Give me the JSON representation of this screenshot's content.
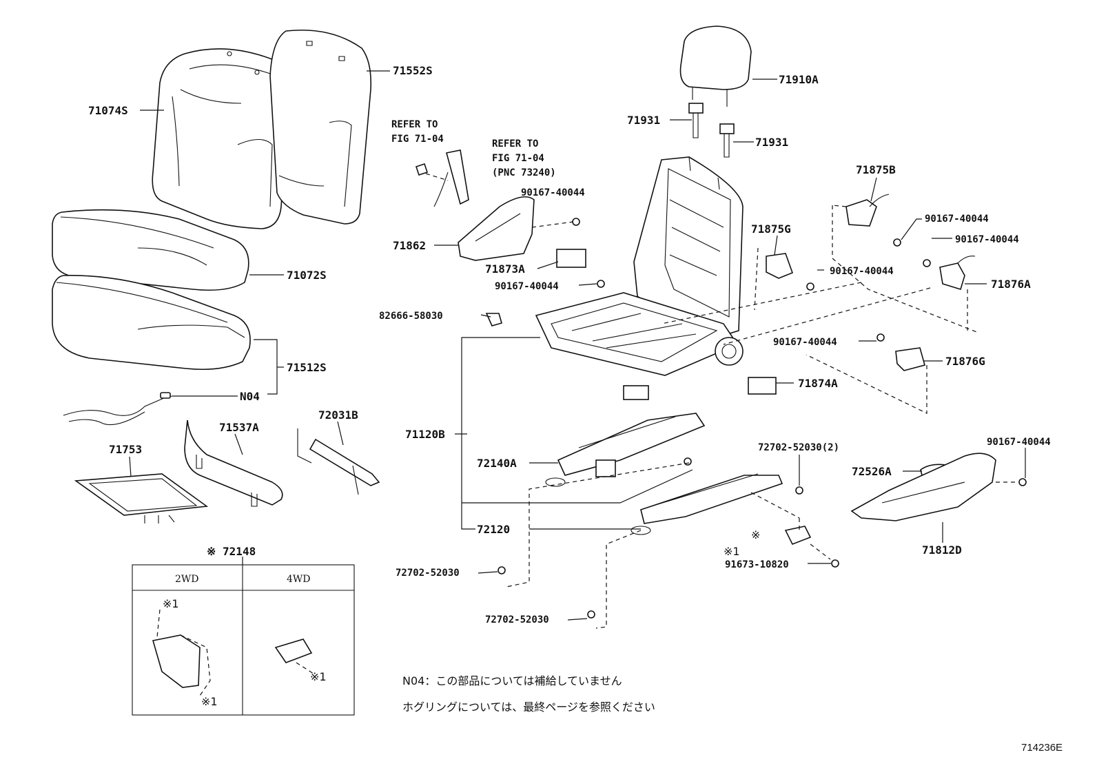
{
  "figure_code": "714236E",
  "labels": {
    "p71074S": "71074S",
    "p71552S": "71552S",
    "p71072S": "71072S",
    "p71512S": "71512S",
    "pN04": "N04",
    "p71537A": "71537A",
    "p72031B": "72031B",
    "p71753": "71753",
    "p72148": "※ 72148",
    "p71910A": "71910A",
    "p71931a": "71931",
    "p71931b": "71931",
    "refer1_line1": "REFER TO",
    "refer1_line2": "FIG 71-04",
    "refer2_line1": "REFER TO",
    "refer2_line2": "FIG 71-04",
    "refer2_line3": "(PNC 73240)",
    "p90167_a": "90167-40044",
    "p71862": "71862",
    "p71873A": "71873A",
    "p90167_b": "90167-40044",
    "p82666": "82666-58030",
    "p71875B": "71875B",
    "p90167_c": "90167-40044",
    "p90167_d": "90167-40044",
    "p71875G": "71875G",
    "p90167_e": "90167-40044",
    "p71876A": "71876A",
    "p90167_f": "90167-40044",
    "p71876G": "71876G",
    "p71874A": "71874A",
    "p71120B": "71120B",
    "p72140A": "72140A",
    "p72120": "72120",
    "p72702_2": "72702-52030(2)",
    "p90167_g": "90167-40044",
    "p72526A": "72526A",
    "p71812D": "71812D",
    "mark_ref": "※",
    "mark_1": "※1",
    "p91673": "91673-10820",
    "p72702_a": "72702-52030",
    "p72702_b": "72702-52030"
  },
  "table": {
    "col1": "2WD",
    "col2": "4WD",
    "mark_a": "※1",
    "mark_b": "※1",
    "mark_c": "※1"
  },
  "notes": {
    "line1": "N04：この部品については補給していません",
    "line2": "ホグリングについては、最終ページを参照ください"
  }
}
